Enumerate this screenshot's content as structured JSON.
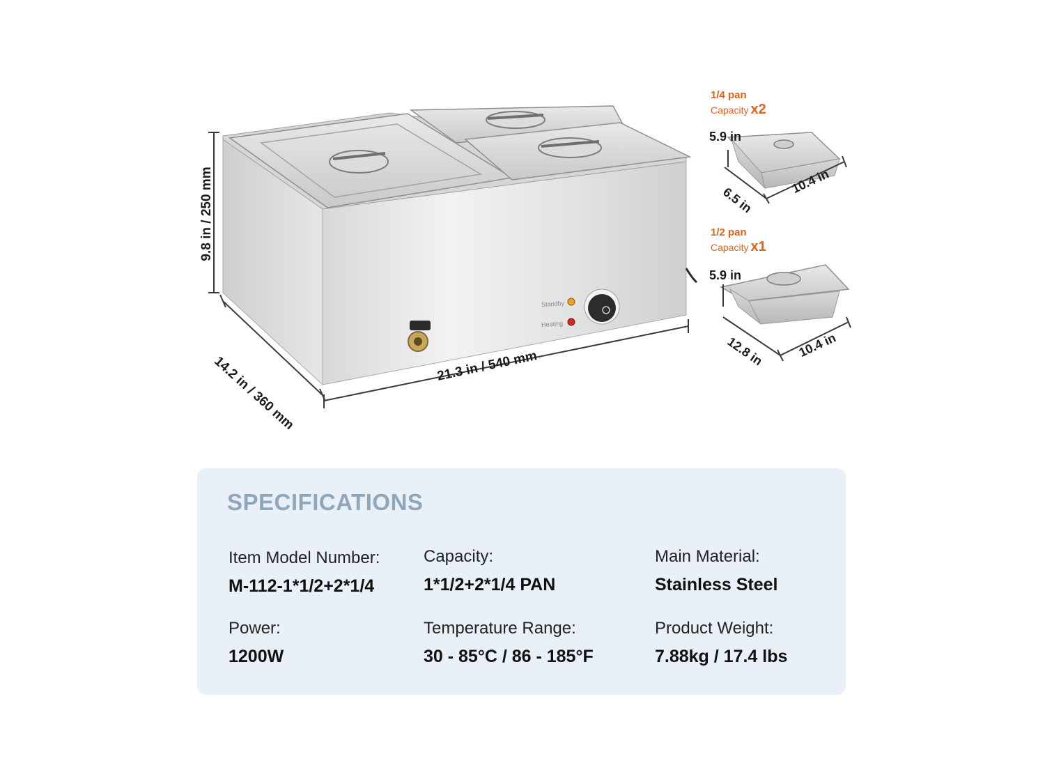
{
  "main_dimensions": {
    "height": "9.8 in / 250 mm",
    "depth": "14.2 in / 360 mm",
    "width": "21.3 in / 540 mm"
  },
  "control_labels": {
    "standby": "Standby",
    "heating": "Heating"
  },
  "quarter_pan": {
    "type": "1/4 pan",
    "capacity_label": "Capacity",
    "capacity_count": "x2",
    "height": "5.9 in",
    "depth": "6.5 in",
    "width": "10.4 in"
  },
  "half_pan": {
    "type": "1/2 pan",
    "capacity_label": "Capacity",
    "capacity_count": "x1",
    "height": "5.9 in",
    "depth": "12.8 in",
    "width": "10.4 in"
  },
  "specifications": {
    "title": "SPECIFICATIONS",
    "items": [
      {
        "label": "Item Model Number:",
        "value": "M-112-1*1/2+2*1/4"
      },
      {
        "label": "Capacity:",
        "value": "1*1/2+2*1/4 PAN"
      },
      {
        "label": "Main Material:",
        "value": "Stainless Steel"
      },
      {
        "label": "Power:",
        "value": "1200W"
      },
      {
        "label": "Temperature Range:",
        "value": "30 - 85°C / 86 - 185°F"
      },
      {
        "label": "Product Weight:",
        "value": "7.88kg / 17.4 lbs"
      }
    ]
  },
  "colors": {
    "accent_orange": "#e2621b",
    "panel_bg": "#eaf0f7",
    "title_blue_grey": "#8fa6bb"
  }
}
